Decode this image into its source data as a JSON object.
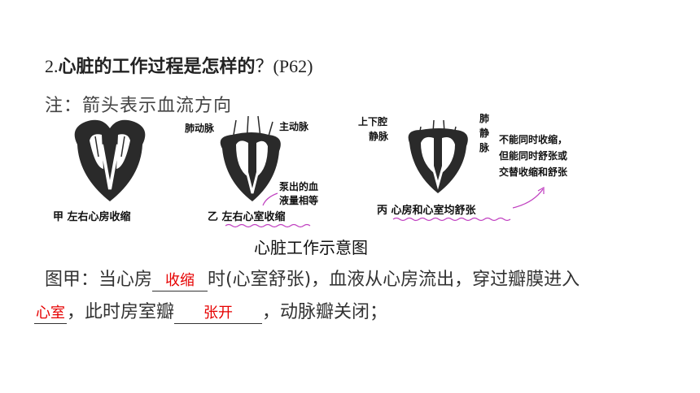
{
  "question": {
    "number": "2.",
    "text": "心脏的工作过程是怎样的",
    "mark": "？",
    "page": "(P62)"
  },
  "note": "注：箭头表示血流方向",
  "figure": {
    "caption": "心脏工作示意图",
    "panel_a": {
      "label": "甲 左右心房收缩"
    },
    "panel_b": {
      "label": "乙 左右心室收缩",
      "artery_left": "肺动脉",
      "artery_right": "主动脉",
      "note_line1": "泵出的血",
      "note_line2": "液量相等"
    },
    "panel_c": {
      "label": "丙 心房和心室均舒张",
      "vena_line1": "上下腔",
      "vena_line2": "静脉",
      "pulm_1": "肺",
      "pulm_2": "静",
      "pulm_3": "脉",
      "note_line1": "不能同时收缩，",
      "note_line2": "但能同时舒张或",
      "note_line3": "交替收缩和舒张"
    }
  },
  "text": {
    "line1_a": "图甲：当心房",
    "answer1": "收缩",
    "line1_b": "时(心室舒张)，血液从心房流出，穿过瓣膜进入",
    "answer2": "心室",
    "line2_a": "，此时房室瓣",
    "answer3": "张开",
    "line2_b": "，动脉瓣关闭；"
  },
  "colors": {
    "answer": "#e60000",
    "wavy_underline": "#c040c0",
    "heart_dark": "#2a2a2a"
  }
}
